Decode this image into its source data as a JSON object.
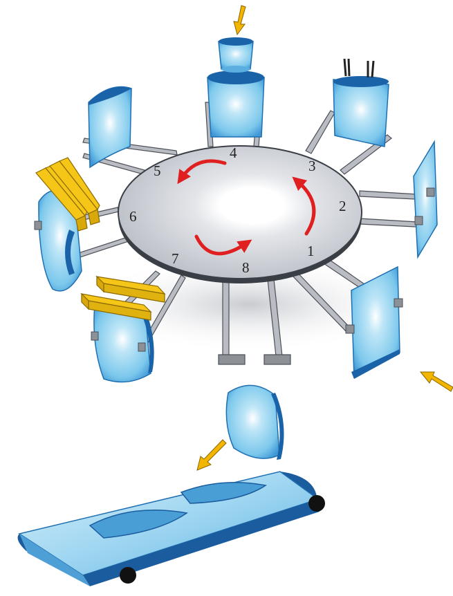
{
  "diagram": {
    "station_numbers": [
      "1",
      "2",
      "3",
      "4",
      "5",
      "6",
      "7",
      "8"
    ]
  },
  "colors": {
    "glass_fill": "#bfe6f7",
    "glass_mid": "#7cc8ec",
    "glass_edge": "#1f6fb0",
    "glass_dark": "#1a63a8",
    "table_fill": "#cfd3da",
    "table_edge": "#3a3e45",
    "arm": "#b9bcc2",
    "arm_edge": "#4b4f55",
    "rotation_arrow": "#e02020",
    "flow_arrow": "#f2b500",
    "flow_arrow_edge": "#8a6500",
    "heater": "#f5c518",
    "heater_edge": "#8a6a00",
    "belt_dark": "#1a5c9e",
    "roller": "#111111"
  }
}
